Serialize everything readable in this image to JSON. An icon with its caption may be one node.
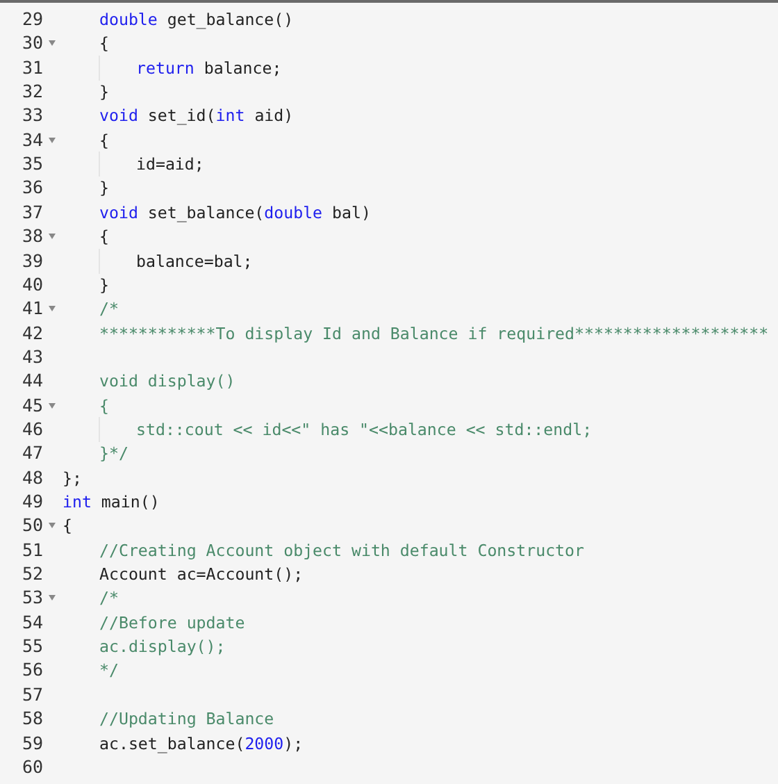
{
  "diagram": {
    "labels": [
      "29",
      "double",
      "get_balance()",
      "30",
      "{",
      "31",
      "return",
      "balance;",
      "32",
      "}",
      "33",
      "void",
      "set_id(",
      "int",
      "aid)",
      "34",
      "{",
      "35",
      "id=aid;",
      "36",
      "}",
      "37",
      "void",
      "set_balance(",
      "double",
      "bal)",
      "38",
      "{",
      "39",
      "balance=bal;",
      "40",
      "}",
      "41",
      "/*",
      "42",
      "************To display Id and Balance if required********************",
      "43",
      "44",
      "void display()",
      "45",
      "{",
      "46",
      "std::cout << id<<\" has \"<<balance << std::endl;",
      "47",
      "}*/",
      "48",
      "};",
      "49",
      "int",
      "main()",
      "50",
      "{",
      "51",
      "//Creating Account object with default Constructor",
      "52",
      "Account ac=Account();",
      "53",
      "/*",
      "54",
      "//Before update",
      "55",
      "ac.display();",
      "56",
      "*/",
      "57",
      "58",
      "//Updating Balance",
      "59",
      "ac.set_balance(",
      "2000",
      ");",
      "60"
    ]
  }
}
